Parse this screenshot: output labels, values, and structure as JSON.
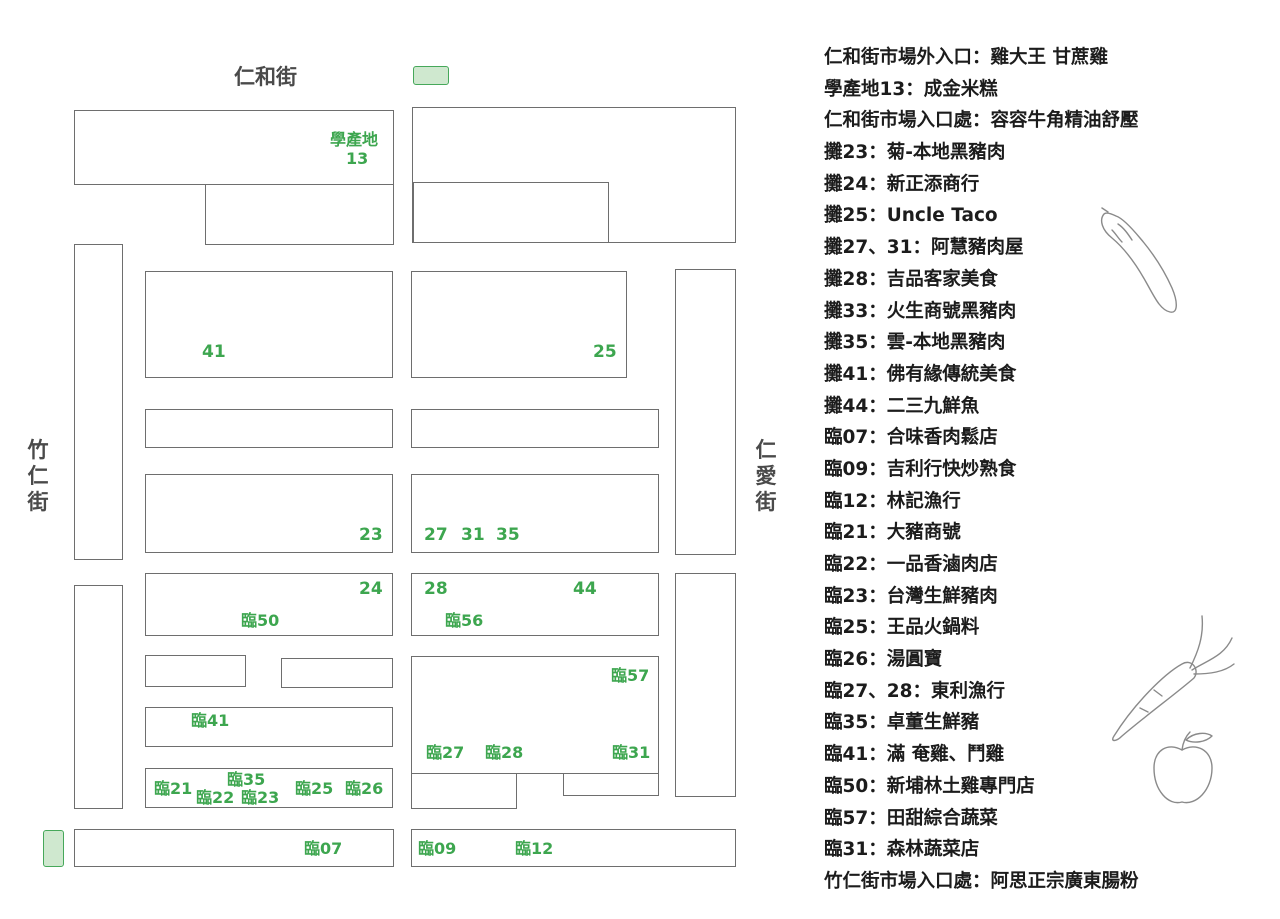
{
  "streets": {
    "top": "仁和街",
    "left": "竹仁街",
    "right": "仁愛街"
  },
  "stalls": {
    "s13_label": "學產地",
    "s13_num": "13",
    "s41": "41",
    "s25": "25",
    "s23": "23",
    "s27": "27",
    "s31": "31",
    "s35": "35",
    "s24": "24",
    "s28": "28",
    "s44": "44",
    "l50": "臨50",
    "l56": "臨56",
    "l57": "臨57",
    "l41": "臨41",
    "l27": "臨27",
    "l28": "臨28",
    "l31": "臨31",
    "l21": "臨21",
    "l35": "臨35",
    "l22": "臨22",
    "l23": "臨23",
    "l25": "臨25",
    "l26": "臨26",
    "l07": "臨07",
    "l09": "臨09",
    "l12": "臨12"
  },
  "legend": [
    "仁和街市場外入口：雞大王 甘蔗雞",
    "學產地13：成金米糕",
    "仁和街市場入口處：容容牛角精油舒壓",
    "攤23：菊-本地黑豬肉",
    "攤24：新正添商行",
    "攤25：Uncle Taco",
    "攤27、31：阿慧豬肉屋",
    "攤28：吉品客家美食",
    "攤33：火生商號黑豬肉",
    "攤35：雲-本地黑豬肉",
    "攤41：佛有緣傳統美食",
    "攤44：二三九鮮魚",
    "臨07：合味香肉鬆店",
    "臨09：吉利行快炒熟食",
    "臨12：林記漁行",
    "臨21：大豬商號",
    "臨22：一品香滷肉店",
    "臨23：台灣生鮮豬肉",
    "臨25：王品火鍋料",
    "臨26：湯圓寶",
    "臨27、28：東利漁行",
    "臨35：卓董生鮮豬",
    "臨41：滿 奄雞、鬥雞",
    "臨50：新埔林土雞專門店",
    "臨57：田甜綜合蔬菜",
    "臨31：森林蔬菜店",
    "竹仁街市場入口處：阿思正宗廣東腸粉"
  ],
  "colors": {
    "stall_green": "#3da64f",
    "entrance_fill": "#cfe8cf",
    "block_border": "#6e6e6e",
    "street_text": "#4a4a4a"
  },
  "icons": [
    "cucumber-icon",
    "carrot-icon",
    "apple-icon"
  ]
}
